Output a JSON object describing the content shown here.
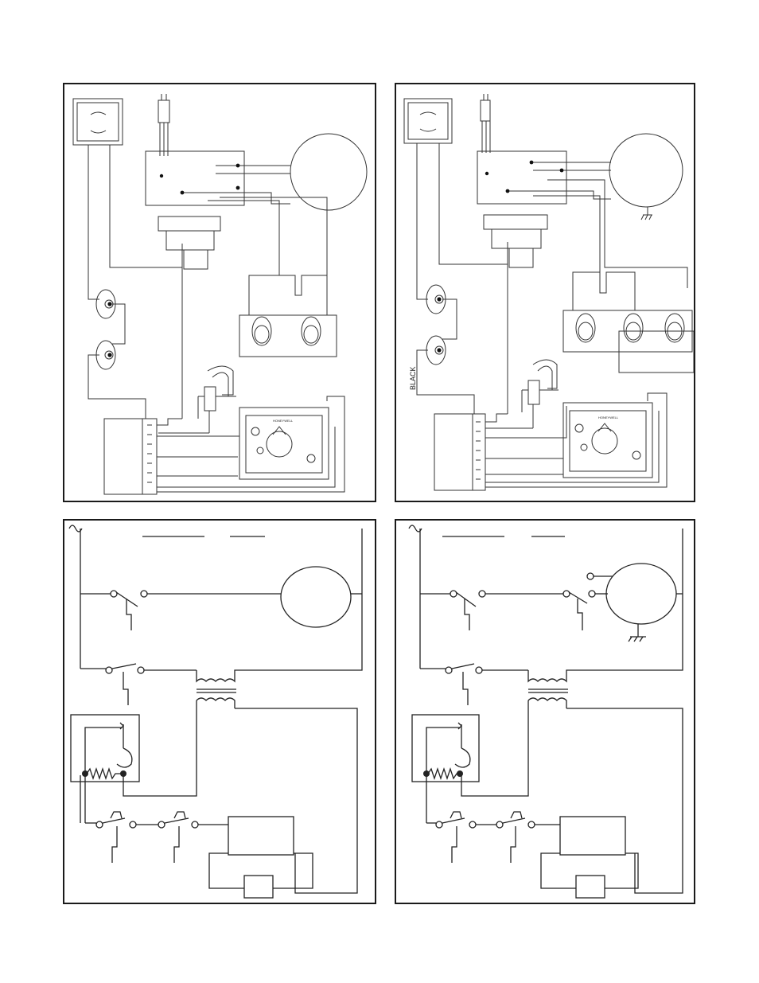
{
  "panels": {
    "top_right": {
      "wire_label": "BLACK",
      "valve_brand": "HONEYWELL"
    },
    "top_left": {
      "valve_brand": "HONEYWELL"
    }
  }
}
